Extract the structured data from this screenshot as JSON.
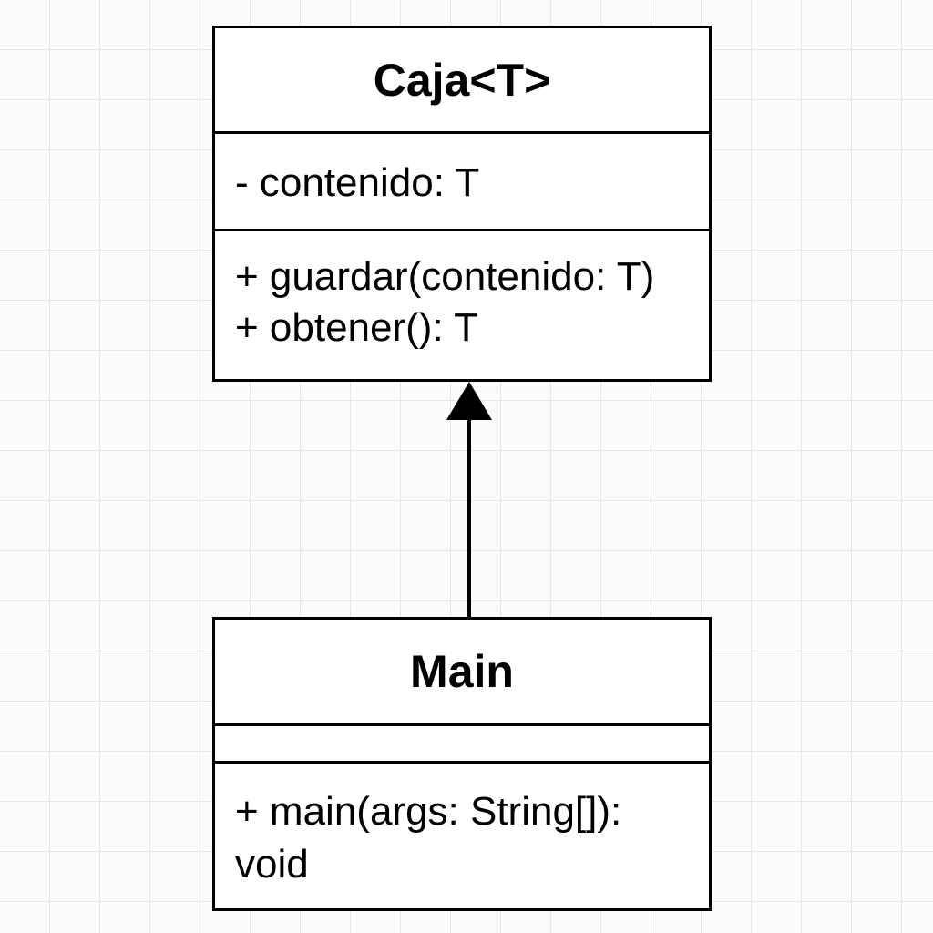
{
  "classes": {
    "caja": {
      "name": "Caja<T>",
      "attributes": [
        "- contenido: T"
      ],
      "operations": [
        "+ guardar(contenido: T)",
        "+ obtener(): T"
      ]
    },
    "main": {
      "name": "Main",
      "attributes": [],
      "operations": [
        "+ main(args: String[]): void"
      ]
    }
  },
  "relationships": [
    {
      "from": "Main",
      "to": "Caja<T>",
      "arrowhead": "filled-triangle"
    }
  ],
  "colors": {
    "background": "#fbfbfb",
    "grid": "#e6e6e6",
    "stroke": "#000000",
    "box_fill": "#ffffff"
  }
}
